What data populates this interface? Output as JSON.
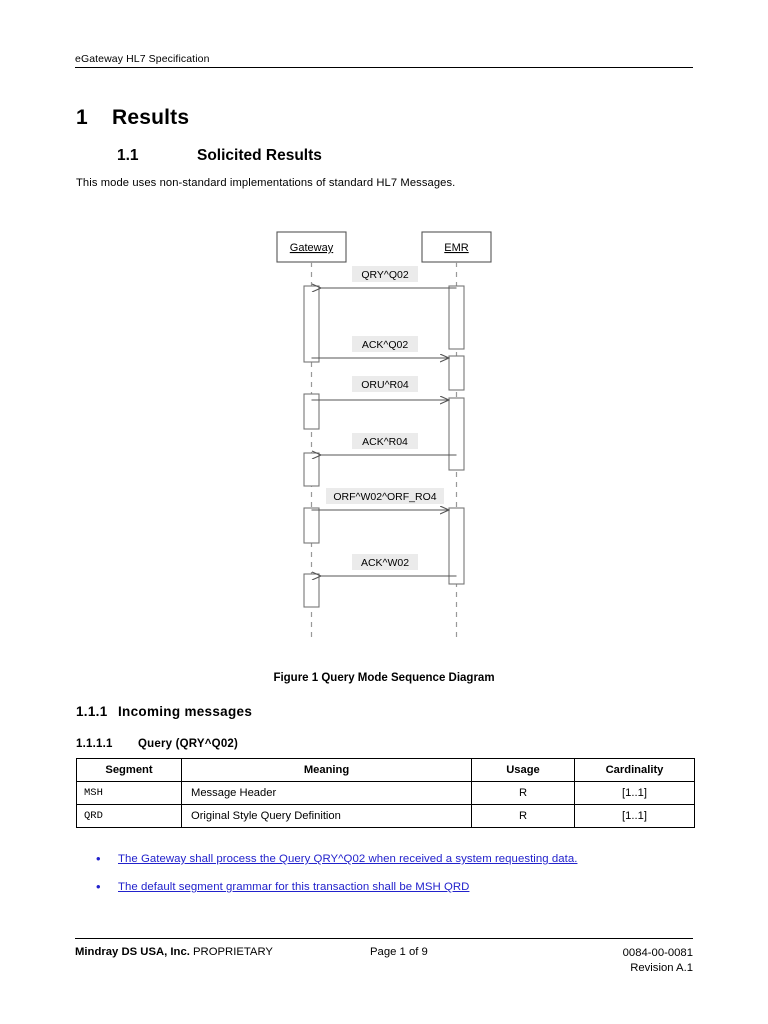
{
  "header": {
    "running_title": "eGateway HL7 Specification"
  },
  "headings": {
    "h1_num": "1",
    "h1_text": "Results",
    "h2_num": "1.1",
    "h2_text": "Solicited Results",
    "h3_num": "1.1.1",
    "h3_text": "Incoming messages",
    "h4_num": "1.1.1.1",
    "h4_text": "Query (QRY^Q02)"
  },
  "intro_paragraph": "This mode uses non-standard implementations of standard HL7 Messages.",
  "figure": {
    "caption": "Figure 1 Query Mode Sequence Diagram",
    "participants": [
      {
        "id": "gateway",
        "label": "Gateway"
      },
      {
        "id": "emr",
        "label": "EMR"
      }
    ],
    "messages": [
      {
        "label": "QRY^Q02",
        "from": "emr",
        "to": "gateway"
      },
      {
        "label": "ACK^Q02",
        "from": "gateway",
        "to": "emr"
      },
      {
        "label": "ORU^R04",
        "from": "gateway",
        "to": "emr"
      },
      {
        "label": "ACK^R04",
        "from": "emr",
        "to": "gateway"
      },
      {
        "label": "ORF^W02^ORF_RO4",
        "from": "gateway",
        "to": "emr"
      },
      {
        "label": "ACK^W02",
        "from": "emr",
        "to": "gateway"
      }
    ]
  },
  "table": {
    "columns": [
      "Segment",
      "Meaning",
      "Usage",
      "Cardinality"
    ],
    "rows": [
      {
        "segment": "MSH",
        "meaning": "Message Header",
        "usage": "R",
        "cardinality": "[1..1]"
      },
      {
        "segment": "QRD",
        "meaning": "Original Style Query Definition",
        "usage": "R",
        "cardinality": "[1..1]"
      }
    ]
  },
  "bullets": [
    "The Gateway shall process the Query QRY^Q02 when received a system requesting data.",
    "The default segment grammar for this transaction shall be MSH QRD"
  ],
  "footer": {
    "company": "Mindray DS USA, Inc.",
    "classification": "PROPRIETARY",
    "page_indicator": "Page 1 of 9",
    "doc_number": "0084-00-0081",
    "revision": "Revision A.1"
  },
  "colors": {
    "link_blue": "#2222cc",
    "label_bg": "#ebebeb",
    "line": "#555555",
    "lifeline": "#999999"
  }
}
